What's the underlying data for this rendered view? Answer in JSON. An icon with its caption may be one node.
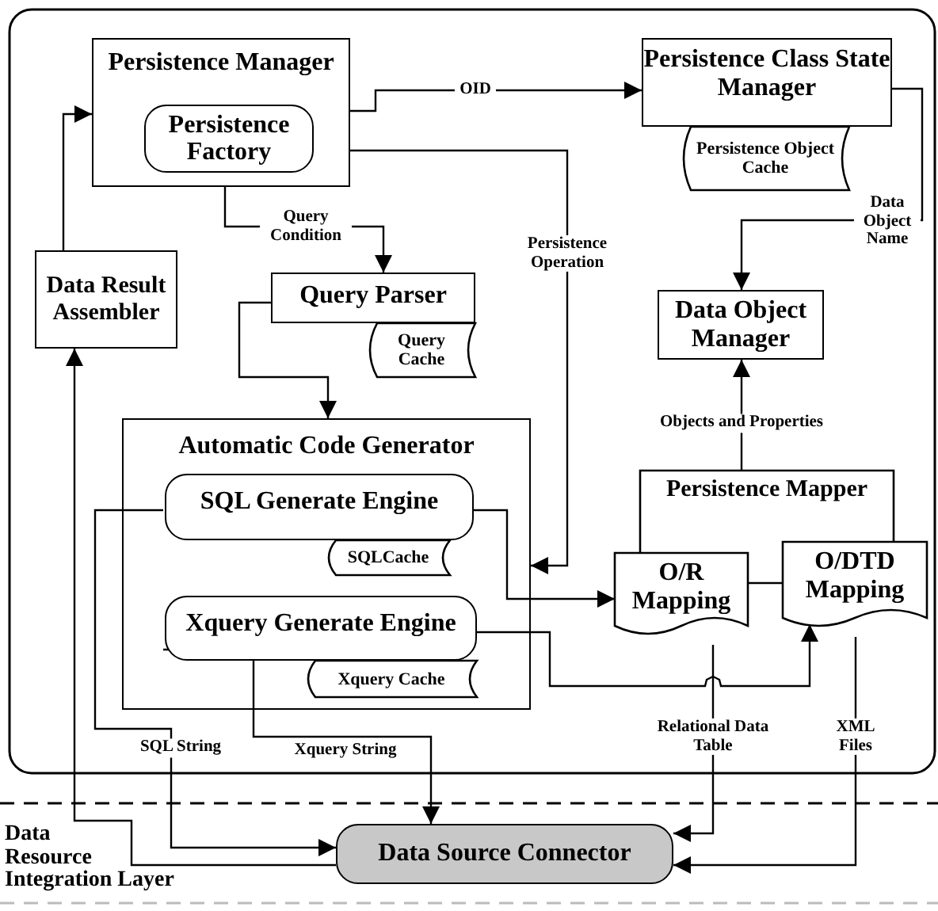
{
  "diagram": {
    "nodes": [
      {
        "text": [
          "Persistence Manager"
        ]
      },
      {
        "text": [
          "Persistence Factory"
        ],
        "in": 0
      },
      {
        "text": [
          "Persistence Class State Manager"
        ]
      },
      {
        "text": [
          "Persistence Object Cache"
        ]
      },
      {
        "text": [
          "Data Result Assembler"
        ]
      },
      {
        "text": [
          "Query Parser"
        ]
      },
      {
        "text": [
          "Query Cache"
        ]
      },
      {
        "text": [
          "Data Object Manager"
        ]
      },
      {
        "text": [
          "Automatic Code Generator"
        ]
      },
      {
        "text": [
          "SQL Generate Engine"
        ],
        "in": 8
      },
      {
        "text": [
          "SQLCache"
        ],
        "in": 8
      },
      {
        "text": [
          "Xquery Generate Engine"
        ],
        "in": 8
      },
      {
        "text": [
          "Xquery Cache"
        ],
        "in": 8
      },
      {
        "text": [
          "Persistence Mapper"
        ]
      },
      {
        "text": [
          "O/R Mapping"
        ]
      },
      {
        "text": [
          "O/DTD Mapping"
        ]
      },
      {
        "text": [
          "Data Source Connector"
        ]
      }
    ],
    "edges": [
      {
        "from": 0,
        "to": 2,
        "arrow": "to",
        "label": "OID"
      },
      {
        "from": 0,
        "to": 8,
        "arrow": "to",
        "label": "Persistence Operation"
      },
      {
        "from": 0,
        "to": 5,
        "arrow": "to",
        "label": "Query Condition"
      },
      {
        "from": 5,
        "to": 8,
        "arrow": "to"
      },
      {
        "from": 4,
        "to": 0,
        "arrow": "to"
      },
      {
        "from": 16,
        "to": 4,
        "arrow": "to"
      },
      {
        "from": 2,
        "to": 7,
        "arrow": "to",
        "label": "Data Object Name"
      },
      {
        "from": 13,
        "to": 7,
        "arrow": "to",
        "label": "Objects and Properties"
      },
      {
        "from": 9,
        "to": 16,
        "arrow": "to",
        "label": "SQL String"
      },
      {
        "from": 9,
        "to": 14,
        "arrow": "to"
      },
      {
        "from": 11,
        "to": 15,
        "arrow": "to"
      },
      {
        "from": 11,
        "to": 16,
        "arrow": "to",
        "label": "Xquery String"
      },
      {
        "from": 14,
        "to": 16,
        "arrow": "to",
        "label": "Relational Data Table"
      },
      {
        "from": 15,
        "to": 16,
        "arrow": "to",
        "label": "XML Files"
      },
      {
        "from": 14,
        "to": 15,
        "arrow": "none"
      }
    ],
    "labels": [
      "Data Resource Integration Layer"
    ]
  }
}
